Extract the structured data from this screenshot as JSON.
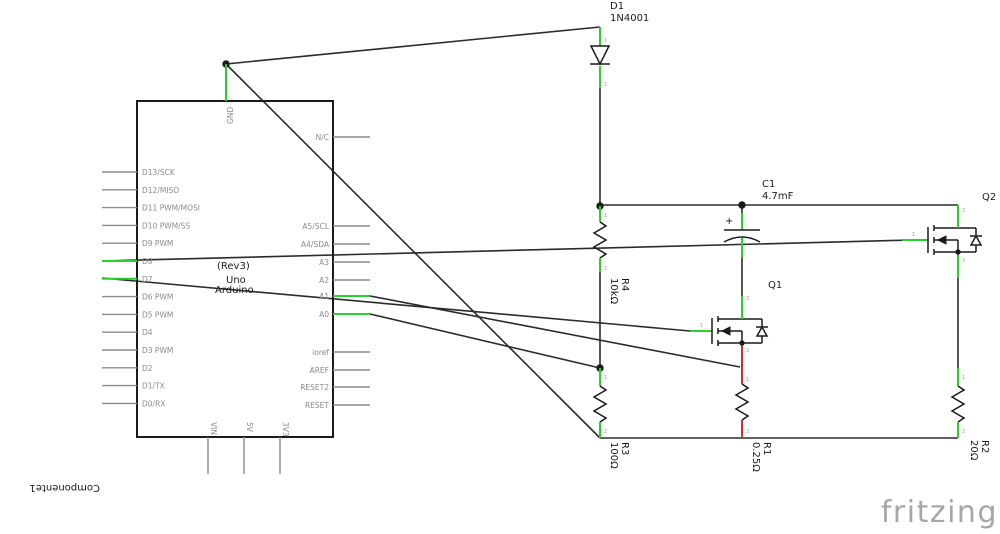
{
  "arduino": {
    "name_rev": "(Rev3)",
    "name_uno": "Uno",
    "name_arduino": "Arduino",
    "left_pins": [
      "D13/SCK",
      "D12/MISO",
      "D11 PWM/MOSI",
      "D10 PWM/SS",
      "D9 PWM",
      "D8",
      "D7",
      "D6 PWM",
      "D5 PWM",
      "D4",
      "D3 PWM",
      "D2",
      "D1/TX",
      "D0/RX"
    ],
    "right_pins": [
      "N/C",
      "A5/SCL",
      "A4/SDA",
      "A3",
      "A2",
      "A1",
      "A0",
      "ioref",
      "AREF",
      "RESET2",
      "RESET"
    ],
    "top_pin": "GND",
    "bottom_pins": [
      "VIN",
      "5V",
      "3V3"
    ],
    "component_label": "Componente1"
  },
  "d1": {
    "ref": "D1",
    "value": "1N4001"
  },
  "c1": {
    "ref": "C1",
    "value": "4.7mF",
    "plus": "+"
  },
  "q1": {
    "ref": "Q1"
  },
  "q2": {
    "ref": "Q2"
  },
  "r1": {
    "ref": "R1",
    "value": "0.25Ω"
  },
  "r2": {
    "ref": "R2",
    "value": "20Ω"
  },
  "r3": {
    "ref": "R3",
    "value": "100Ω"
  },
  "r4": {
    "ref": "R4",
    "value": "10kΩ"
  },
  "pin_numbers": {
    "one": "1",
    "two": "2",
    "three": "3"
  },
  "brand": "fritzing"
}
